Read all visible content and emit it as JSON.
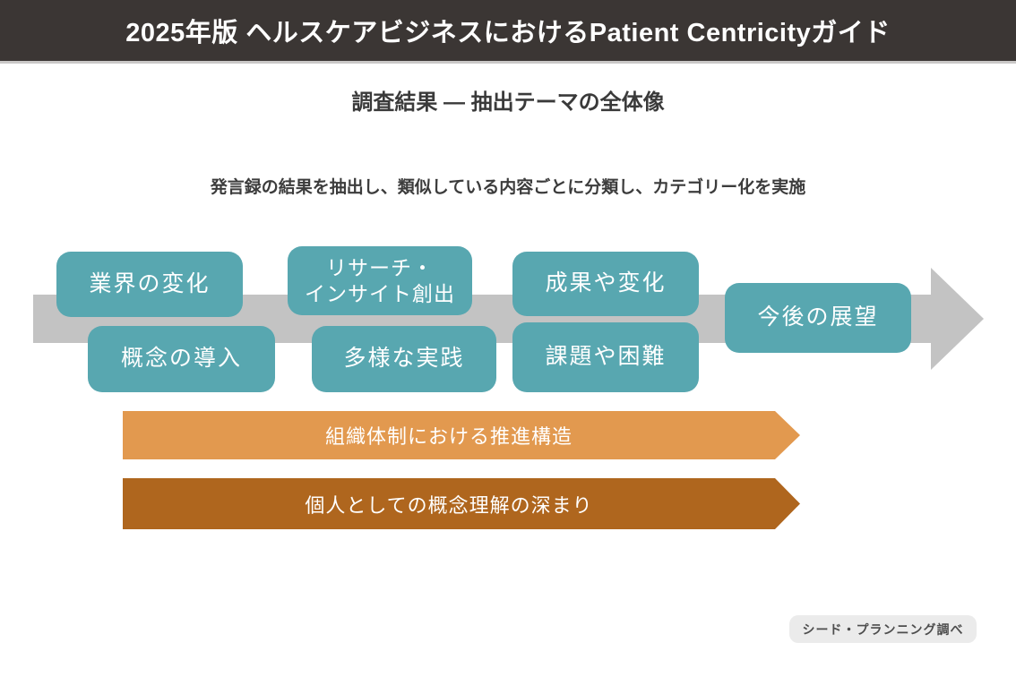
{
  "header": {
    "title": "2025年版 ヘルスケアビジネスにおけるPatient Centricityガイド"
  },
  "section": {
    "title": "調査結果 ― 抽出テーマの全体像",
    "description": "発言録の結果を抽出し、類似している内容ごとに分類し、カテゴリー化を実施"
  },
  "timeline": {
    "boxes": [
      {
        "id": "industry-change",
        "label": "業界の変化"
      },
      {
        "id": "research-insight",
        "label": "リサーチ・インサイト創出",
        "line1": "リサーチ・",
        "line2": "インサイト創出"
      },
      {
        "id": "outcomes-changes",
        "label": "成果や変化"
      },
      {
        "id": "future-outlook",
        "label": "今後の展望"
      },
      {
        "id": "concept-introduction",
        "label": "概念の導入"
      },
      {
        "id": "diverse-practice",
        "label": "多様な実践"
      },
      {
        "id": "challenges-difficulties",
        "label": "課題や困難"
      }
    ]
  },
  "banners": [
    {
      "id": "organization",
      "label": "組織体制における推進構造"
    },
    {
      "id": "individual",
      "label": "個人としての概念理解の深まり"
    }
  ],
  "source": {
    "label": "シード・プランニング調べ"
  },
  "colors": {
    "header_bg": "#3b3634",
    "theme_box_teal": "#58a7b0",
    "arrow_gray": "#c3c3c3",
    "banner_orange": "#e2994f",
    "banner_brown": "#af661e",
    "badge_bg": "#ebebeb"
  }
}
